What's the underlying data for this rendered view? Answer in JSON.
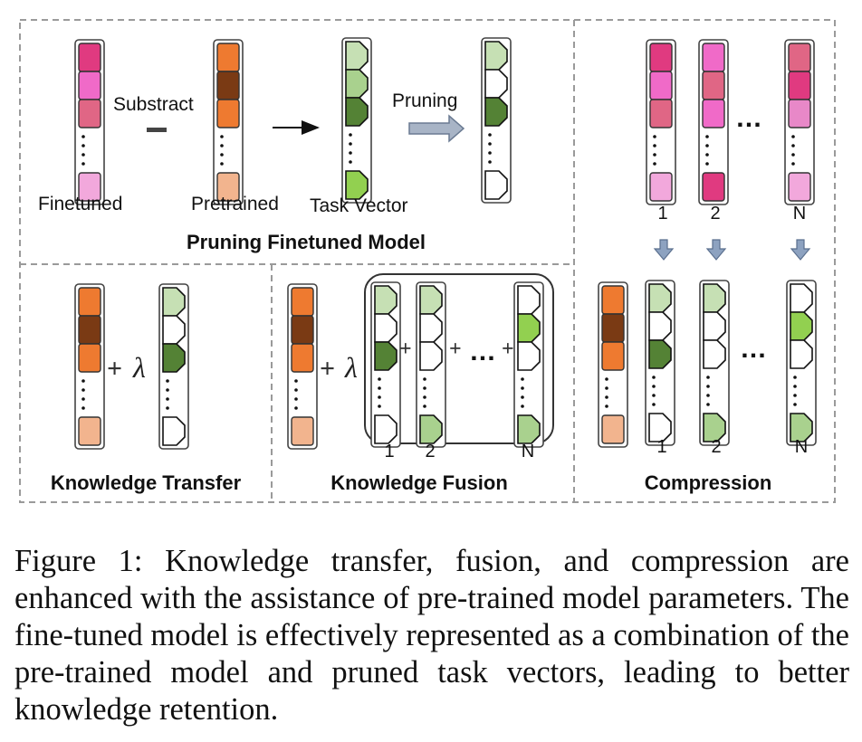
{
  "panels": {
    "pruning": {
      "title": "Pruning Finetuned Model",
      "label_finetuned": "Finetuned",
      "label_subtract": "Substract",
      "label_pretrained": "Pretrained",
      "label_task_vector": "Task Vector",
      "label_pruning": "Pruning"
    },
    "transfer": {
      "title": "Knowledge Transfer",
      "lambda": "λ"
    },
    "fusion": {
      "title": "Knowledge Fusion",
      "lambda": "λ",
      "index_1": "1",
      "index_2": "2",
      "index_n": "N"
    },
    "compression": {
      "title": "Compression",
      "index_1": "1",
      "index_2": "2",
      "index_n": "N",
      "bottom_index_1": "1",
      "bottom_index_2": "2",
      "bottom_index_n": "N"
    }
  },
  "colors": {
    "finetuned": [
      "#e03a80",
      "#f06ac8",
      "#e06685",
      "#f2a8dc"
    ],
    "pretrained": [
      "#ee7a30",
      "#7a3a14",
      "#ee7a30",
      "#f2b48e"
    ],
    "taskvector_dense": [
      "#c6e0b4",
      "#a9d18e",
      "#548235",
      "#92d050"
    ],
    "taskvector_pruned": [
      "#c6e0b4",
      "#ffffff",
      "#548235",
      "#ffffff"
    ],
    "compress_top_1": [
      "#e03a80",
      "#f06ac8",
      "#e06685",
      "#f2a8dc"
    ],
    "compress_top_2": [
      "#f06ac8",
      "#e06685",
      "#f06ac8",
      "#e03a80"
    ],
    "compress_top_n": [
      "#e06685",
      "#e03a80",
      "#e888c8",
      "#f2a8dc"
    ],
    "compress_tv_1": [
      "#c6e0b4",
      "#ffffff",
      "#548235",
      "#ffffff"
    ],
    "compress_tv_2": [
      "#c6e0b4",
      "#ffffff",
      "#ffffff",
      "#a9d18e"
    ],
    "compress_tv_n": [
      "#ffffff",
      "#92d050",
      "#ffffff",
      "#a9d18e"
    ]
  },
  "caption": "Figure 1: Knowledge transfer, fusion, and compression are enhanced with the assistance of pre-trained model parameters. The fine-tuned model is effectively represented as a combination of the pre-trained model and pruned task vectors, leading to better knowledge retention."
}
